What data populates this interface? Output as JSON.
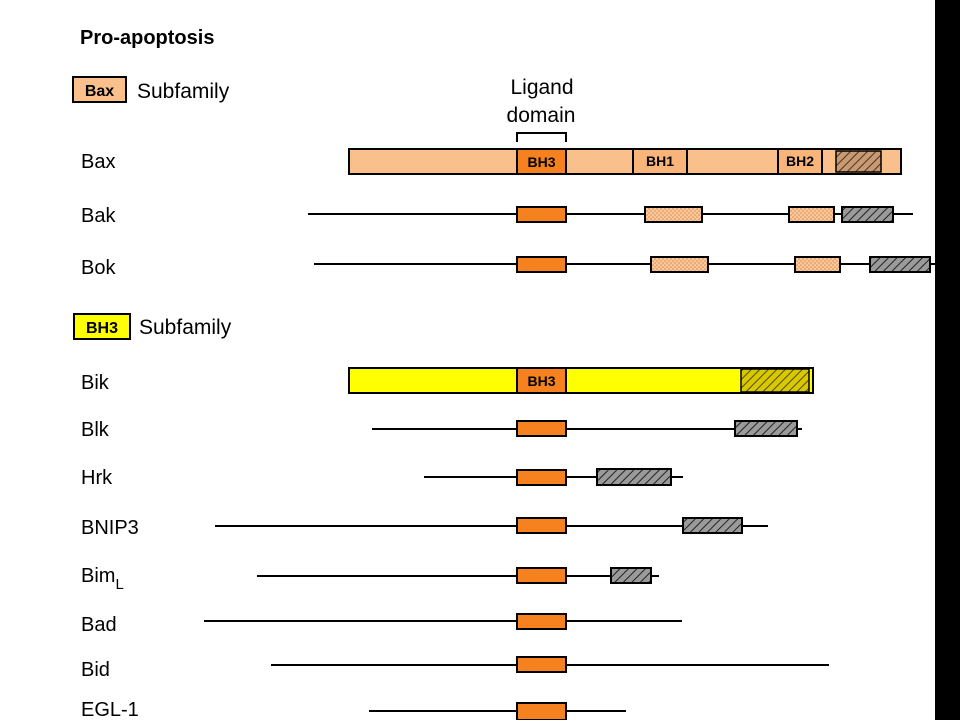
{
  "heading": "Pro-apoptosis",
  "bax_subfamily": {
    "badge": "Bax",
    "label": "Subfamily",
    "rows": [
      {
        "name": "Bax",
        "style": "full-bar"
      },
      {
        "name": "Bak",
        "style": "line"
      },
      {
        "name": "Bok",
        "style": "line"
      }
    ]
  },
  "bh3_subfamily": {
    "badge": "BH3",
    "label": "Subfamily",
    "rows": [
      {
        "name": "Bik",
        "style": "full-bar"
      },
      {
        "name": "Blk",
        "style": "line"
      },
      {
        "name": "Hrk",
        "style": "line"
      },
      {
        "name": "BNIP3",
        "style": "line"
      },
      {
        "name": "Bim",
        "subscript": "L",
        "style": "line"
      },
      {
        "name": "Bad",
        "style": "line"
      },
      {
        "name": "Bid",
        "style": "line"
      },
      {
        "name": "EGL-1",
        "style": "line"
      }
    ]
  },
  "ligand_domain": {
    "line1": "Ligand",
    "line2": "domain"
  },
  "domain_labels": {
    "bh3": "BH3",
    "bh1": "BH1",
    "bh2": "BH2"
  },
  "colors": {
    "bax_peach": "#f9c08c",
    "bh3_yellow": "#ffff00",
    "bh3_orange": "#f5821f",
    "bh_light": "#fbc99c",
    "tm_grey": "#9a9a9a",
    "outline": "#000000"
  }
}
